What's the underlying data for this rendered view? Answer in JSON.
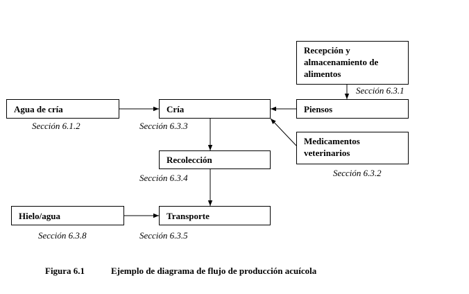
{
  "boxes": {
    "recepcion": [
      "Recepción y",
      "almacenamiento de",
      "alimentos"
    ],
    "agua": "Agua de cría",
    "cria": "Cría",
    "piensos": "Piensos",
    "medicamentos": [
      "Medicamentos",
      "veterinarios"
    ],
    "recoleccion": "Recolección",
    "hielo": "Hielo/agua",
    "transporte": "Transporte"
  },
  "refs": {
    "recepcion": "Sección 6.3.1",
    "agua": "Sección 6.1.2",
    "cria": "Sección 6.3.3",
    "medicamentos": "Sección 6.3.2",
    "recoleccion": "Sección 6.3.4",
    "hielo": "Sección 6.3.8",
    "transporte": "Sección 6.3.5"
  },
  "caption": {
    "label": "Figura 6.1",
    "text": "Ejemplo de diagrama de flujo de producción acuícola"
  }
}
